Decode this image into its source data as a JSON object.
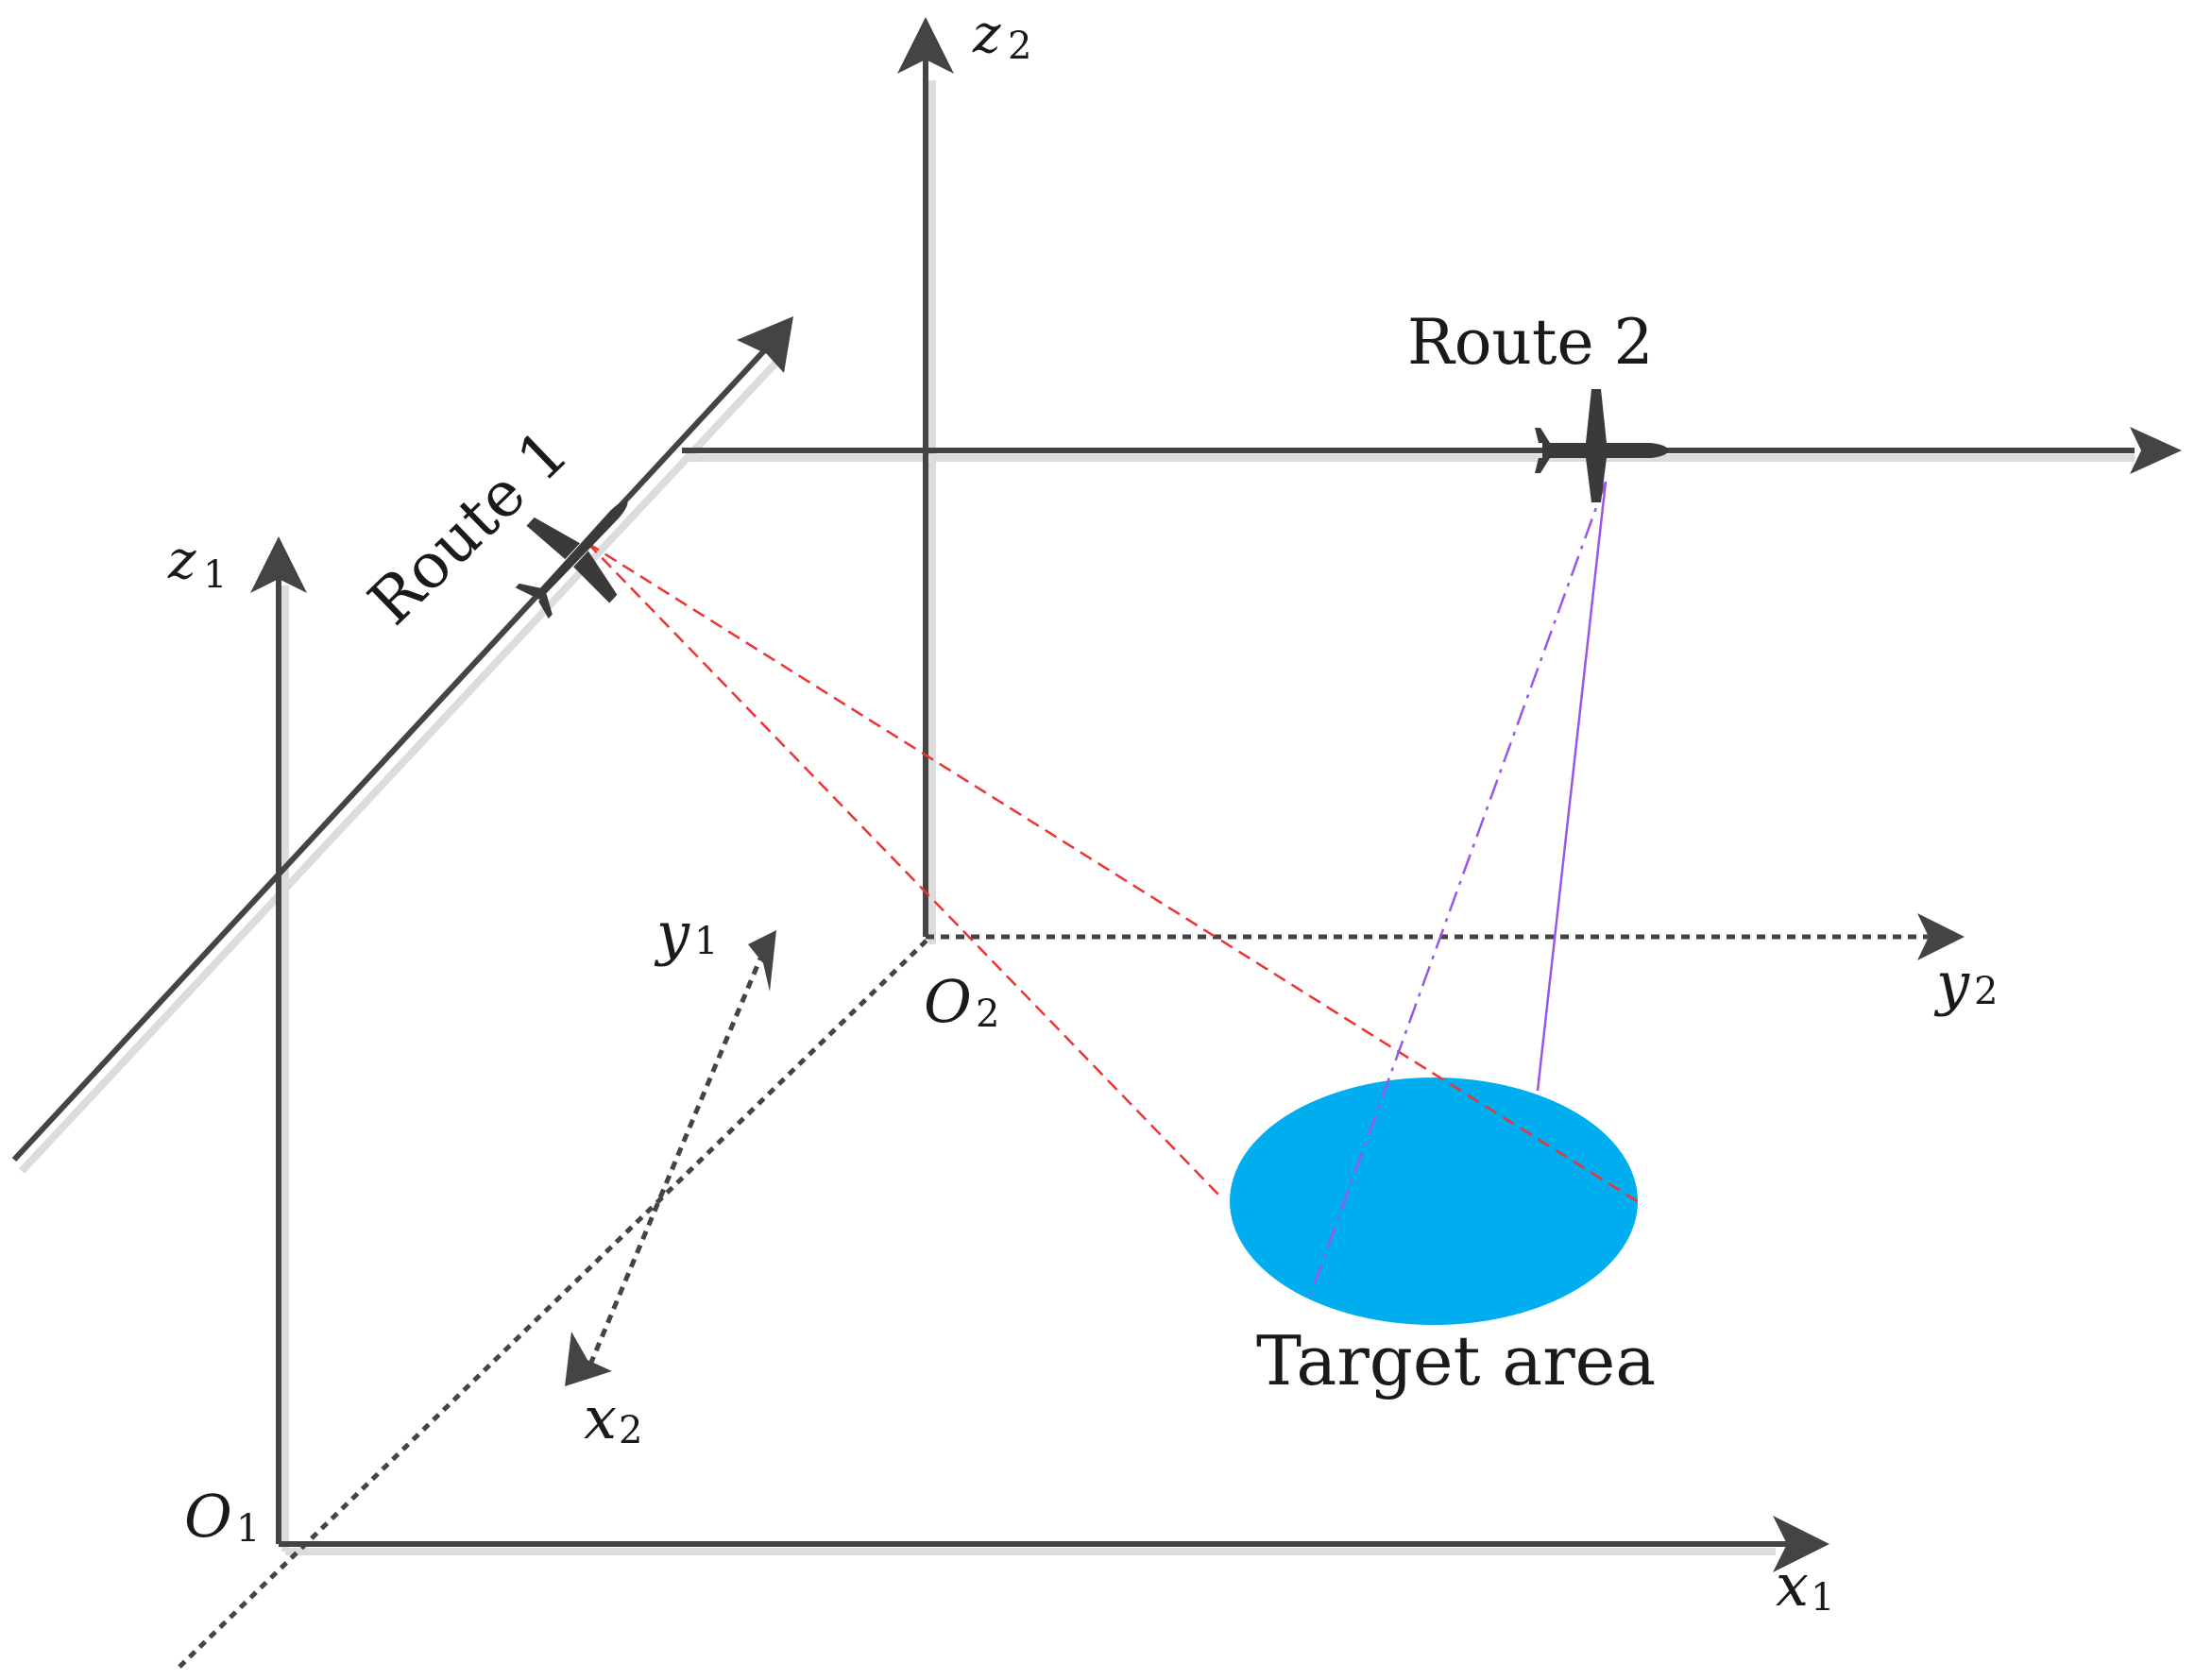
{
  "diagram": {
    "labels": {
      "z1": "z",
      "z1_sub": "1",
      "z2": "z",
      "z2_sub": "2",
      "y1": "y",
      "y1_sub": "1",
      "y2": "y",
      "y2_sub": "2",
      "x1": "x",
      "x1_sub": "1",
      "x2": "x",
      "x2_sub": "2",
      "o1": "O",
      "o1_sub": "1",
      "o2": "O",
      "o2_sub": "2",
      "route1": "Route 1",
      "route2": "Route 2",
      "target": "Target area"
    },
    "colors": {
      "axis": "#444444",
      "shadow": "#d8d8d8",
      "route1_rays": "#ee3333",
      "route2_rays": "#9955ee",
      "target_fill": "#00adef",
      "aircraft": "#3a3a3a"
    },
    "icons": [
      "aircraft-icon",
      "aircraft-icon"
    ]
  }
}
